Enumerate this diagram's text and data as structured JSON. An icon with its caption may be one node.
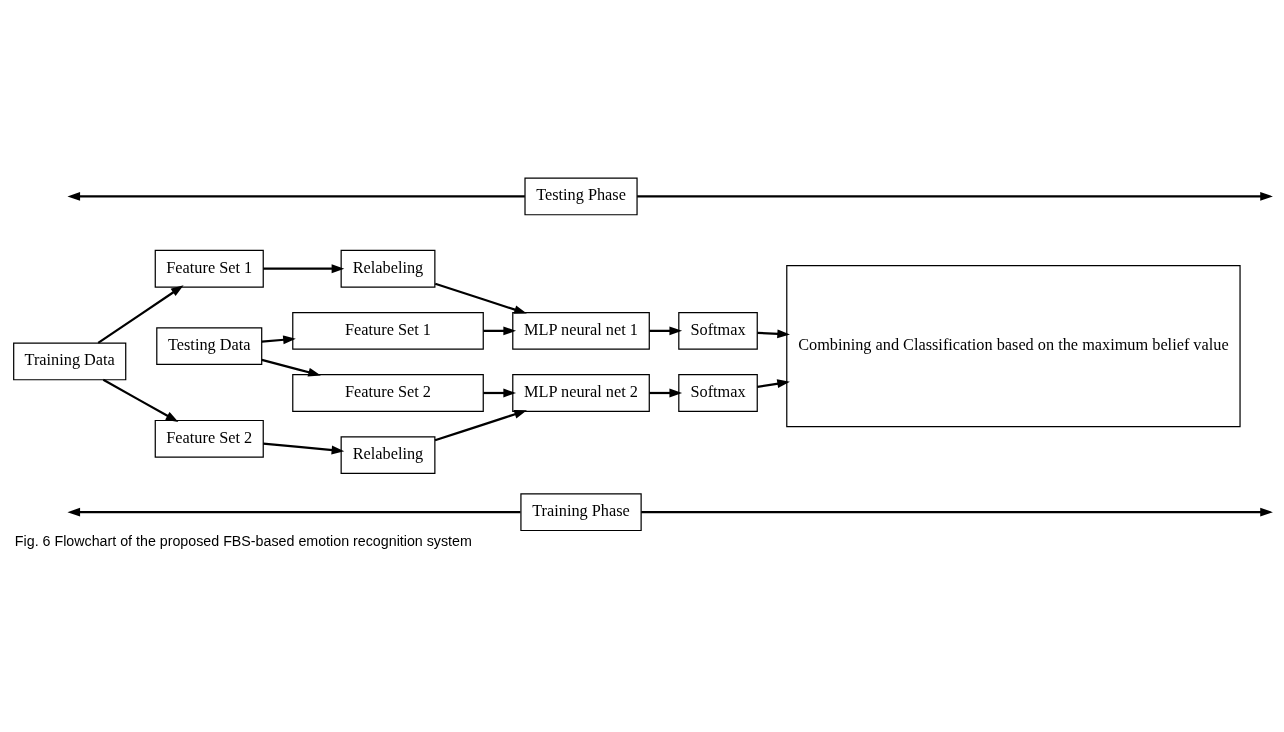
{
  "diagram": {
    "caption": "Fig. 6 Flowchart of the proposed FBS-based emotion recognition system",
    "nodes": [
      {
        "text": [
          "Training Phase"
        ]
      },
      {
        "text": [
          "Training Data"
        ]
      },
      {
        "text": [
          "Feature Set 1"
        ]
      },
      {
        "text": [
          "Relabeling"
        ]
      },
      {
        "text": [
          "Feature Set 2"
        ]
      },
      {
        "text": [
          "Relabeling"
        ]
      },
      {
        "text": [
          "MLP neural net 1"
        ]
      },
      {
        "text": [
          "Softmax"
        ]
      },
      {
        "text": [
          "Combining and Classification based on the maximum belief value"
        ]
      },
      {
        "text": [
          "MLP neural net 2"
        ]
      },
      {
        "text": [
          "Softmax"
        ]
      },
      {
        "text": [
          "Testing Data"
        ]
      },
      {
        "text": [
          "Feature Set 1"
        ]
      },
      {
        "text": [
          "Feature Set 2"
        ]
      },
      {
        "text": [
          "Testing Phase"
        ]
      }
    ],
    "edges": [
      {
        "from": 0,
        "to": null,
        "arrow": "to"
      },
      {
        "from": 0,
        "to": null,
        "arrow": "to"
      },
      {
        "from": 1,
        "to": 2,
        "arrow": "to"
      },
      {
        "from": 1,
        "to": 4,
        "arrow": "to"
      },
      {
        "from": 2,
        "to": 3,
        "arrow": "to"
      },
      {
        "from": 4,
        "to": 5,
        "arrow": "to"
      },
      {
        "from": 3,
        "to": 6,
        "arrow": "to"
      },
      {
        "from": 5,
        "to": 9,
        "arrow": "to"
      },
      {
        "from": 6,
        "to": 7,
        "arrow": "to"
      },
      {
        "from": 7,
        "to": 8,
        "arrow": "to"
      },
      {
        "from": 9,
        "to": 10,
        "arrow": "to"
      },
      {
        "from": 10,
        "to": 8,
        "arrow": "to"
      },
      {
        "from": 11,
        "to": 12,
        "arrow": "to"
      },
      {
        "from": 11,
        "to": 13,
        "arrow": "to"
      },
      {
        "from": 12,
        "to": 6,
        "arrow": "to"
      },
      {
        "from": 13,
        "to": 9,
        "arrow": "to"
      },
      {
        "from": 14,
        "to": null,
        "arrow": "to"
      },
      {
        "from": 14,
        "to": null,
        "arrow": "to"
      }
    ]
  }
}
